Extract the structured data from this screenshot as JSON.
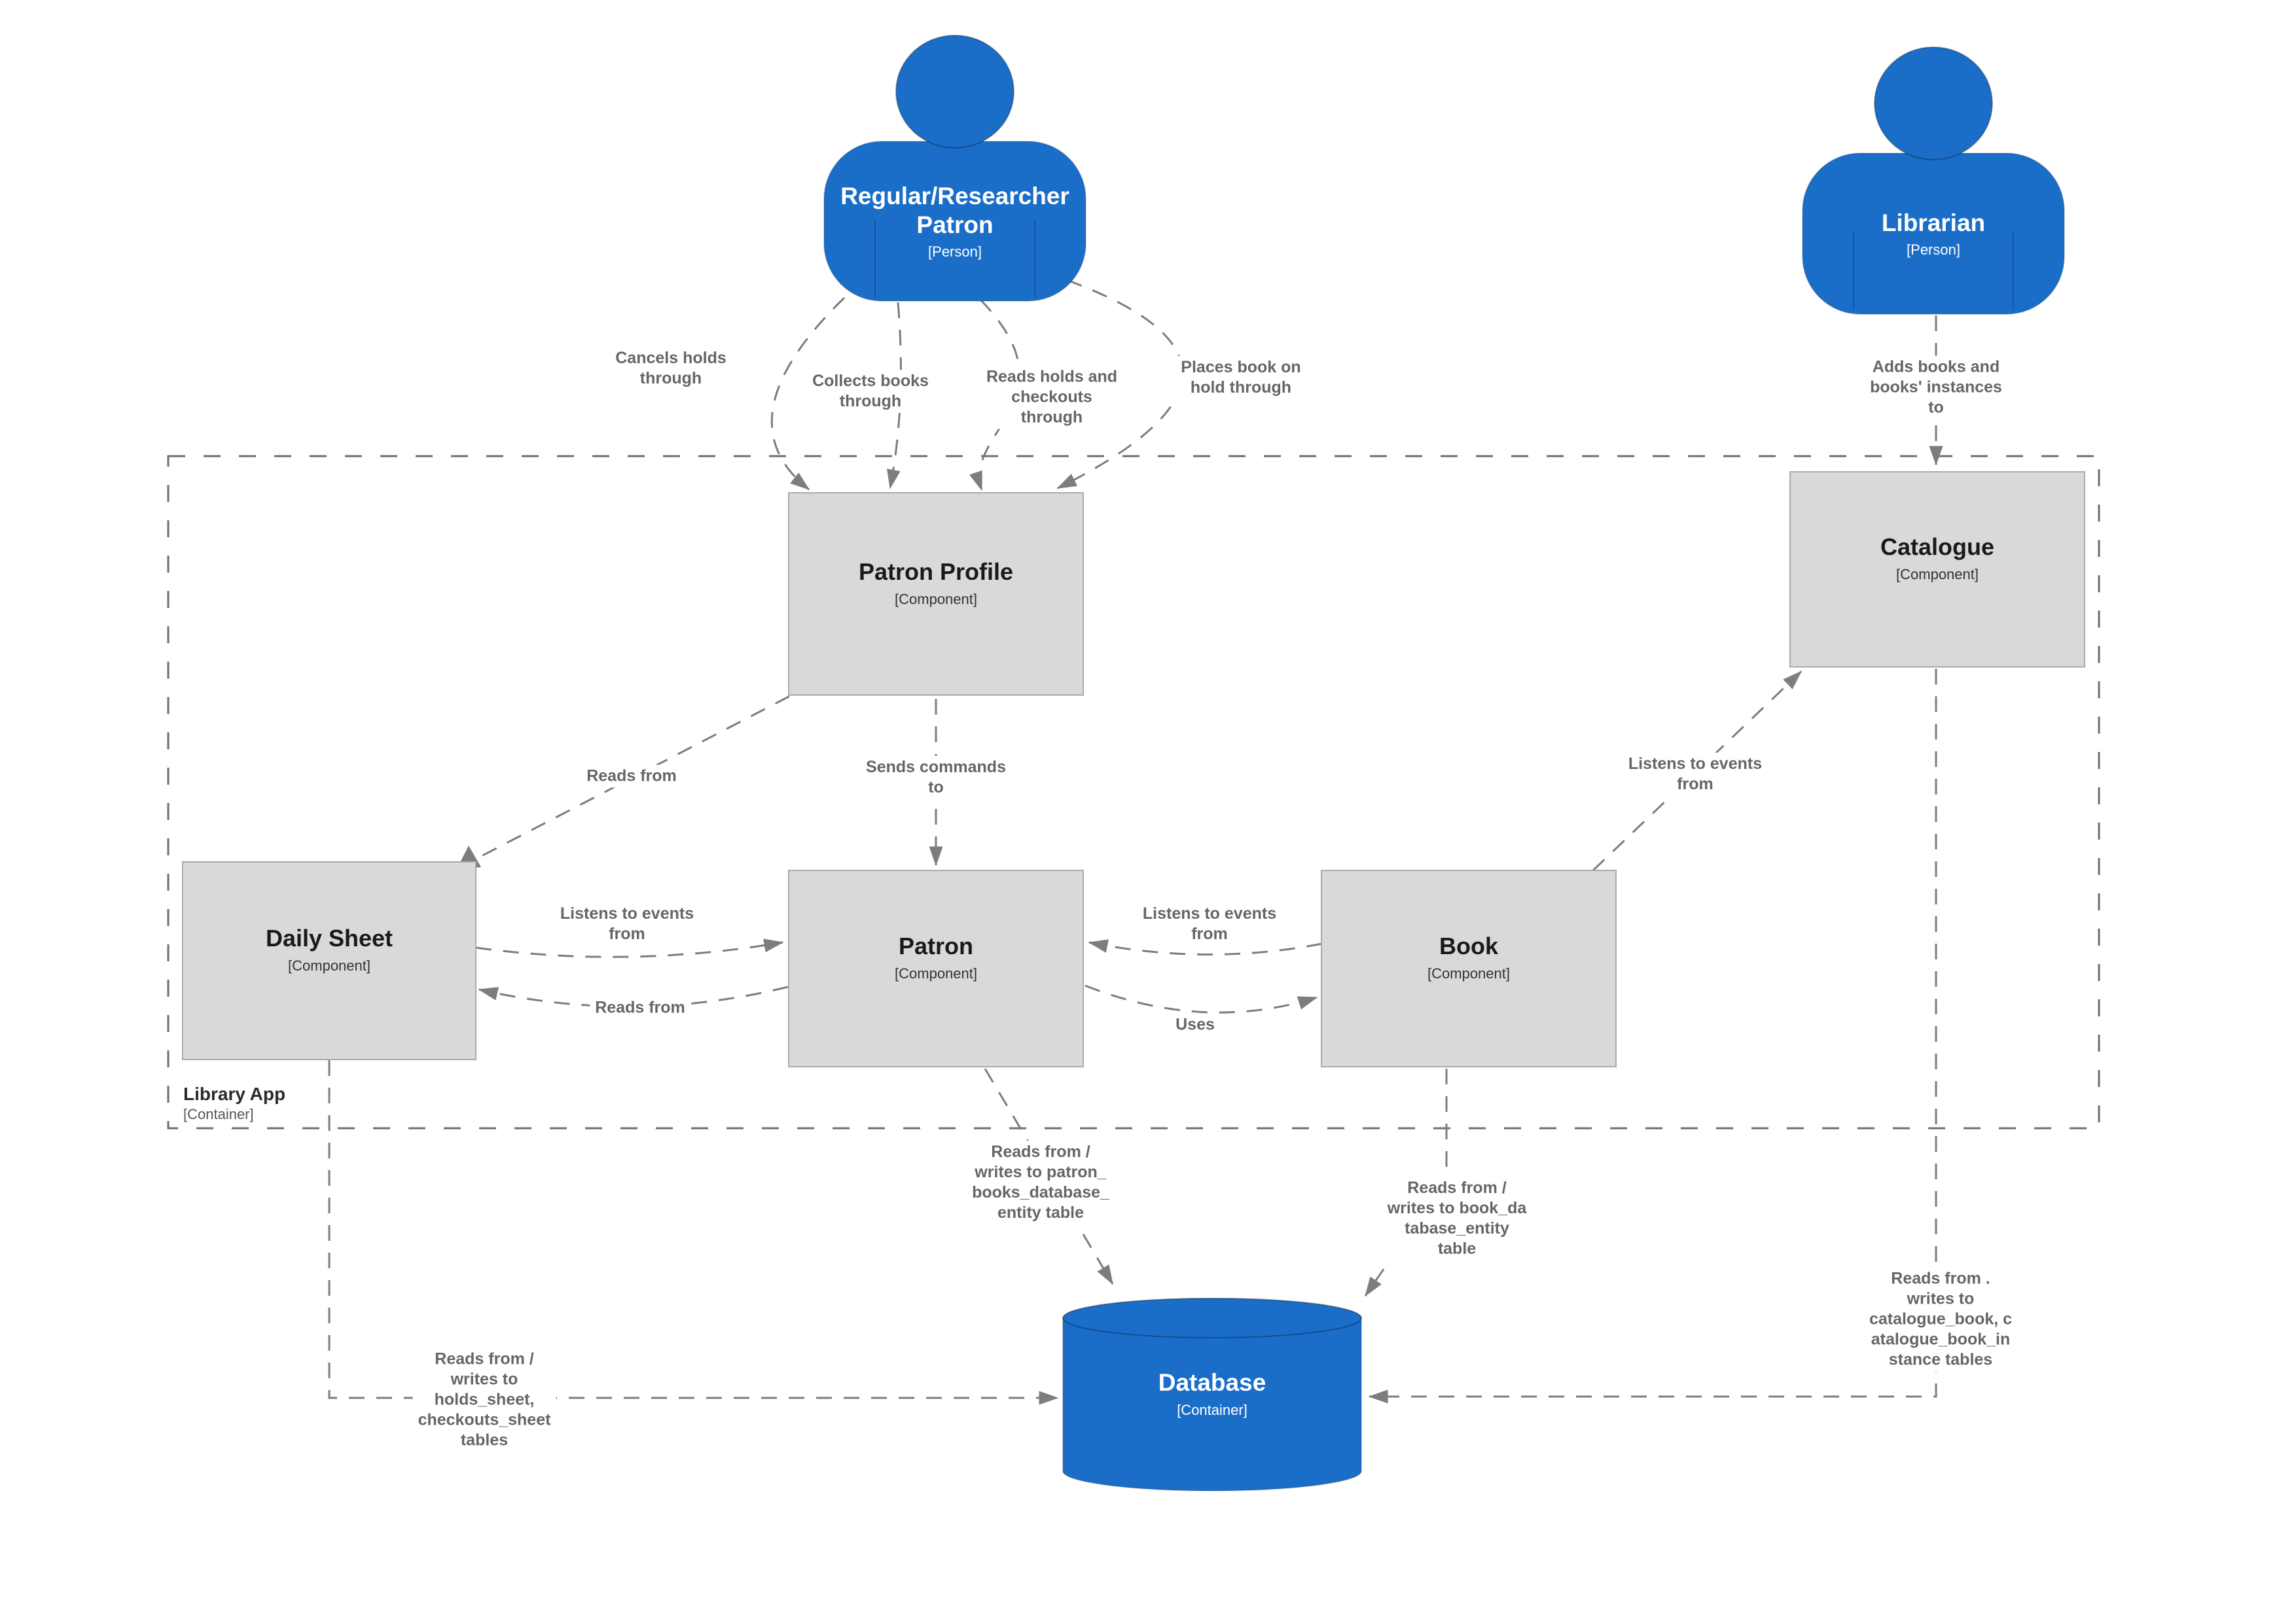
{
  "boundary": {
    "name": "Library App",
    "type": "[Container]"
  },
  "actors": {
    "patron_person": {
      "name": "Regular/Researcher\nPatron",
      "type": "[Person]"
    },
    "librarian": {
      "name": "Librarian",
      "type": "[Person]"
    }
  },
  "components": {
    "patron_profile": {
      "name": "Patron Profile",
      "type": "[Component]"
    },
    "catalogue": {
      "name": "Catalogue",
      "type": "[Component]"
    },
    "daily_sheet": {
      "name": "Daily Sheet",
      "type": "[Component]"
    },
    "patron": {
      "name": "Patron",
      "type": "[Component]"
    },
    "book": {
      "name": "Book",
      "type": "[Component]"
    }
  },
  "containers": {
    "database": {
      "name": "Database",
      "type": "[Container]"
    }
  },
  "relationships": {
    "r1": {
      "from": "Regular/Researcher Patron",
      "to": "Patron Profile",
      "label": "Cancels holds\nthrough"
    },
    "r2": {
      "from": "Regular/Researcher Patron",
      "to": "Patron Profile",
      "label": "Collects books\nthrough"
    },
    "r3": {
      "from": "Regular/Researcher Patron",
      "to": "Patron Profile",
      "label": "Reads holds and\ncheckouts\nthrough"
    },
    "r4": {
      "from": "Regular/Researcher Patron",
      "to": "Patron Profile",
      "label": "Places book on\nhold through"
    },
    "r5": {
      "from": "Librarian",
      "to": "Catalogue",
      "label": "Adds books and\nbooks' instances\nto"
    },
    "r6": {
      "from": "Patron Profile",
      "to": "Daily Sheet",
      "label": "Reads from"
    },
    "r7": {
      "from": "Patron Profile",
      "to": "Patron",
      "label": "Sends commands\nto"
    },
    "r8": {
      "from": "Book",
      "to": "Catalogue",
      "label": "Listens to events\nfrom"
    },
    "r9": {
      "from": "Daily Sheet",
      "to": "Patron",
      "label": "Listens to events\nfrom"
    },
    "r10": {
      "from": "Patron",
      "to": "Daily Sheet",
      "label": "Reads from"
    },
    "r11": {
      "from": "Book",
      "to": "Patron",
      "label": "Listens to events\nfrom"
    },
    "r12": {
      "from": "Patron",
      "to": "Book",
      "label": "Uses"
    },
    "r13": {
      "from": "Patron",
      "to": "Database",
      "label": "Reads from /\nwrites to patron_\nbooks_database_\nentity table"
    },
    "r14": {
      "from": "Book",
      "to": "Database",
      "label": "Reads from /\nwrites to book_da\ntabase_entity\ntable"
    },
    "r15": {
      "from": "Catalogue",
      "to": "Database",
      "label": "Reads from .\nwrites to\ncatalogue_book, c\natalogue_book_in\nstance tables"
    },
    "r16": {
      "from": "Daily Sheet",
      "to": "Database",
      "label": "Reads from /\nwrites to\nholds_sheet,\ncheckouts_sheet\ntables"
    }
  },
  "colors": {
    "person": "#1b6ec8",
    "database": "#1b6ec8",
    "component": "#d9d9d9",
    "component_border": "#ababab",
    "line": "#7d7d7d",
    "boundary_line": "#6e6e6e",
    "label_text": "#666666",
    "title_text": "#1a1a1a"
  }
}
